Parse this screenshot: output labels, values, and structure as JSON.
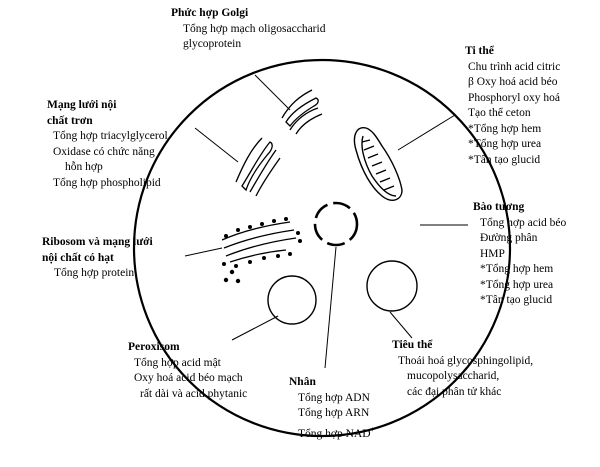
{
  "labels": {
    "golgi": {
      "title": "Phức hợp Golgi",
      "lines": [
        "Tổng hợp mạch oligosaccharid",
        "glycoprotein"
      ]
    },
    "mito": {
      "title": "Ti thể",
      "lines": [
        "Chu trình acid citric",
        "β Oxy hoá acid béo",
        "Phosphoryl oxy hoá",
        "Tạo thể ceton",
        "*Tổng hợp hem",
        "*Tổng hợp urea",
        "*Tân tạo glucid"
      ]
    },
    "ser": {
      "title_line1": "Mạng lưới nội",
      "title_line2": "chất trơn",
      "lines": [
        "Tổng hợp triacylglycerol",
        "Oxidase có chức năng",
        "hỗn hợp",
        "Tổng hợp phospholipid"
      ]
    },
    "cytosol": {
      "title": "Bào tương",
      "lines": [
        "Tổng hợp acid béo",
        "Đường phân",
        "HMP",
        "*Tổng hợp hem",
        "*Tổng hợp urea",
        "*Tân tạo glucid"
      ]
    },
    "rer": {
      "title_line1": "Ribosom và mạng lưới",
      "title_line2": "nội chất có hạt",
      "lines": [
        "Tổng hợp protein"
      ]
    },
    "perox": {
      "title": "Peroxisom",
      "lines": [
        "Tổng hợp acid mật",
        "Oxy hoá acid béo mạch",
        "rất dài và acid phytanic"
      ]
    },
    "lyso": {
      "title": "Tiêu thể",
      "lines": [
        "Thoái hoá glycosphingolipid,",
        "mucopolysaccharid,",
        "các đại phân tử khác"
      ]
    },
    "nucleus": {
      "title": "Nhân",
      "lines": [
        "Tổng hợp ADN",
        "Tổng hợp ARN",
        "Tổng hợp NAD"
      ],
      "superscript": "+"
    }
  }
}
